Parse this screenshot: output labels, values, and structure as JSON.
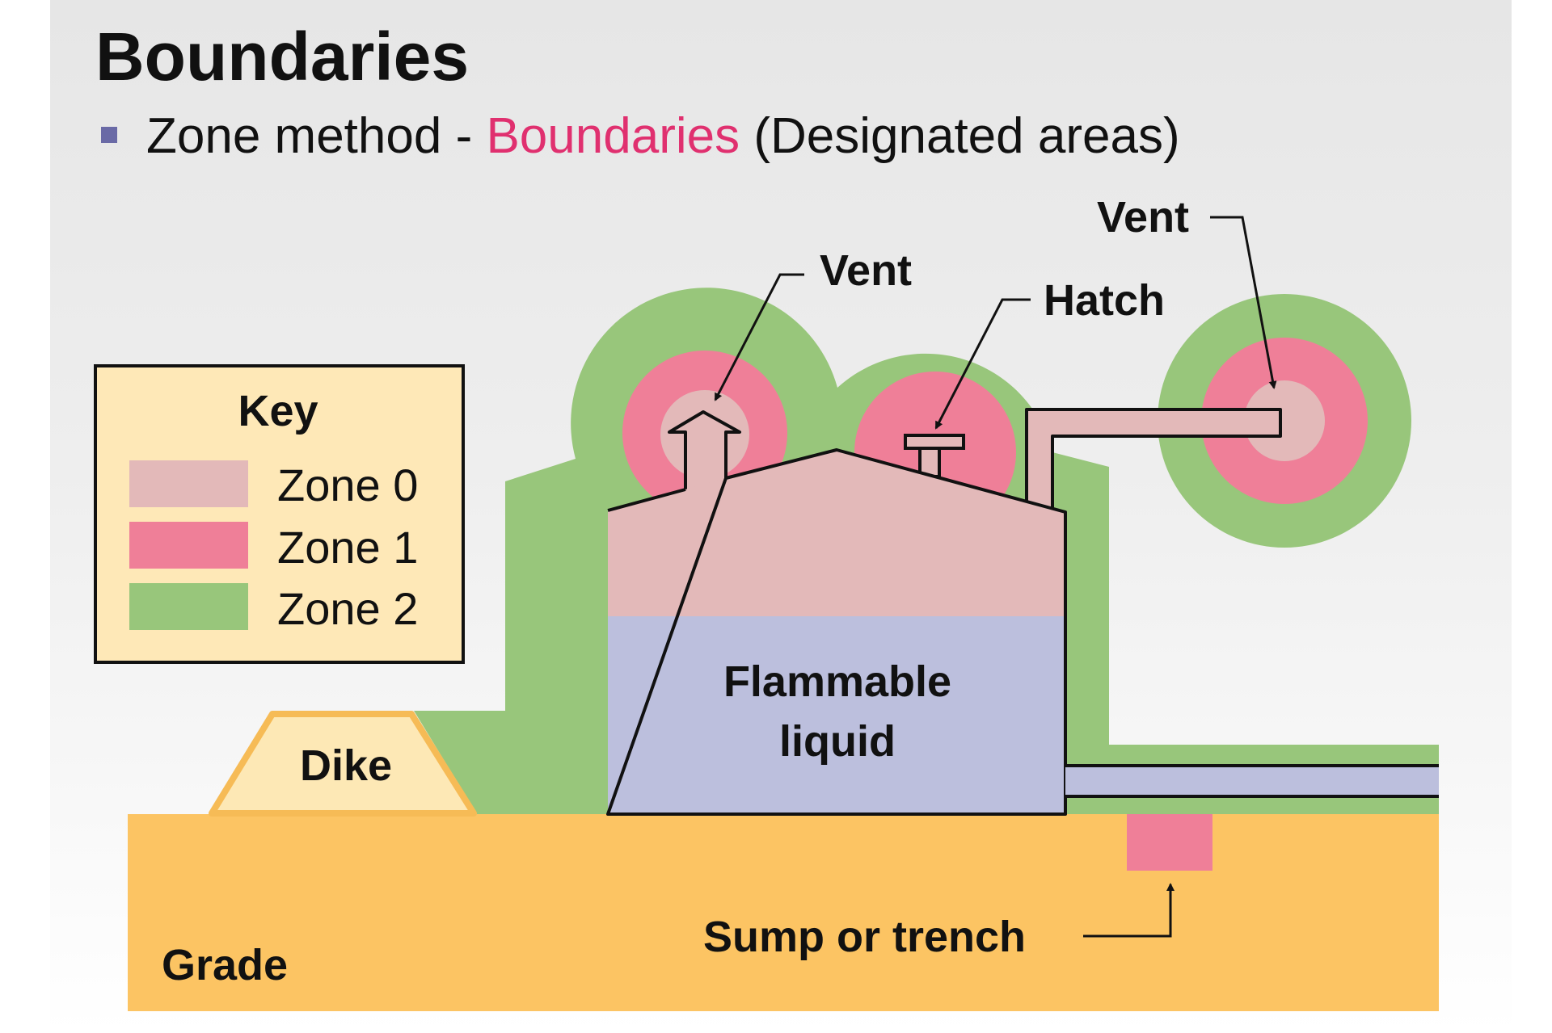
{
  "title": "Boundaries",
  "subtitle": {
    "prefix": "Zone method - ",
    "highlight": "Boundaries",
    "suffix": " (Designated areas)"
  },
  "key": {
    "title": "Key",
    "items": [
      {
        "label": "Zone 0",
        "color": "#e3b9b9"
      },
      {
        "label": "Zone 1",
        "color": "#ef7f98"
      },
      {
        "label": "Zone 2",
        "color": "#98c67b"
      }
    ]
  },
  "labels": {
    "vent_left": "Vent",
    "vent_right": "Vent",
    "hatch": "Hatch",
    "liquid_line1": "Flammable",
    "liquid_line2": "liquid",
    "dike": "Dike",
    "grade": "Grade",
    "sump": "Sump or trench"
  },
  "colors": {
    "zone0": "#e3b9b9",
    "zone1": "#ef7f98",
    "zone2": "#98c67b",
    "liquid": "#bcbfdd",
    "grade": "#fcc463",
    "dike_fill": "#fde8b5",
    "dike_stroke": "#f6bb56",
    "key_bg": "#fee8b7",
    "accent": "#e0306f"
  }
}
